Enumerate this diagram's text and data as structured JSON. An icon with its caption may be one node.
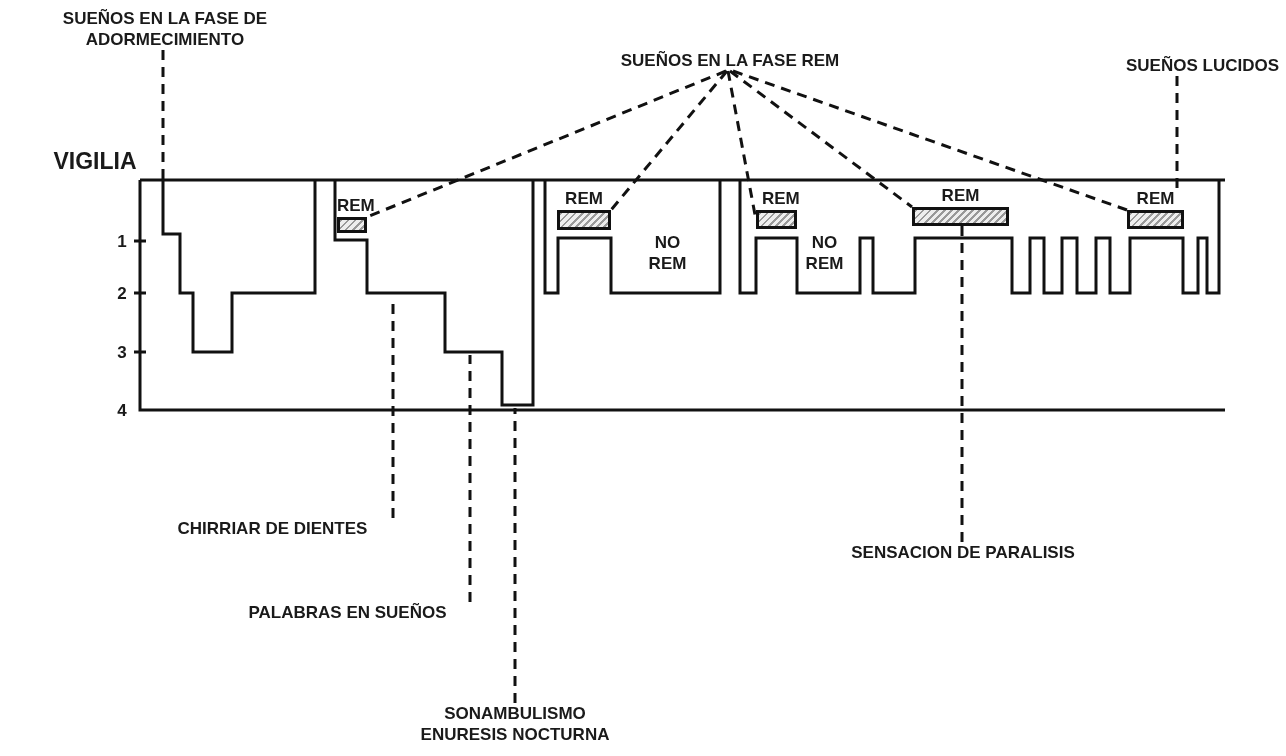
{
  "diagram": {
    "nodes": [
      {
        "text": [
          "SUEÑOS EN LA FASE DE ADORMECIMIENTO"
        ]
      },
      {
        "text": [
          "SUEÑOS EN LA FASE REM"
        ]
      },
      {
        "text": [
          "SUEÑOS LUCIDOS"
        ]
      },
      {
        "text": [
          "REM"
        ]
      },
      {
        "text": [
          "REM"
        ]
      },
      {
        "text": [
          "REM"
        ]
      },
      {
        "text": [
          "REM"
        ]
      },
      {
        "text": [
          "REM"
        ]
      },
      {
        "text": [
          "CHIRRIAR DE DIENTES"
        ]
      },
      {
        "text": [
          "SENSACION DE PARALISIS"
        ]
      },
      {
        "text": [
          "PALABRAS EN SUEÑOS"
        ]
      },
      {
        "text": [
          "SONAMBULISMO",
          "ENURESIS NOCTURNA"
        ]
      }
    ],
    "edges": [
      {
        "from": 0,
        "to": null,
        "arrow": "none",
        "style": "dashed"
      },
      {
        "from": 1,
        "to": 3,
        "arrow": "none",
        "style": "dashed"
      },
      {
        "from": 1,
        "to": 4,
        "arrow": "none",
        "style": "dashed"
      },
      {
        "from": 1,
        "to": 5,
        "arrow": "none",
        "style": "dashed"
      },
      {
        "from": 1,
        "to": 6,
        "arrow": "none",
        "style": "dashed"
      },
      {
        "from": 1,
        "to": 7,
        "arrow": "none",
        "style": "dashed"
      },
      {
        "from": 2,
        "to": 7,
        "arrow": "none",
        "style": "dashed"
      },
      {
        "from": 8,
        "to": null,
        "arrow": "none",
        "style": "dashed"
      },
      {
        "from": 10,
        "to": null,
        "arrow": "none",
        "style": "dashed"
      },
      {
        "from": 11,
        "to": null,
        "arrow": "none",
        "style": "dashed"
      },
      {
        "from": 9,
        "to": 6,
        "arrow": "none",
        "style": "dashed"
      }
    ],
    "labels": [
      "VIGILIA",
      "1",
      "NO REM",
      "NO REM",
      "2",
      "3",
      "4"
    ]
  }
}
